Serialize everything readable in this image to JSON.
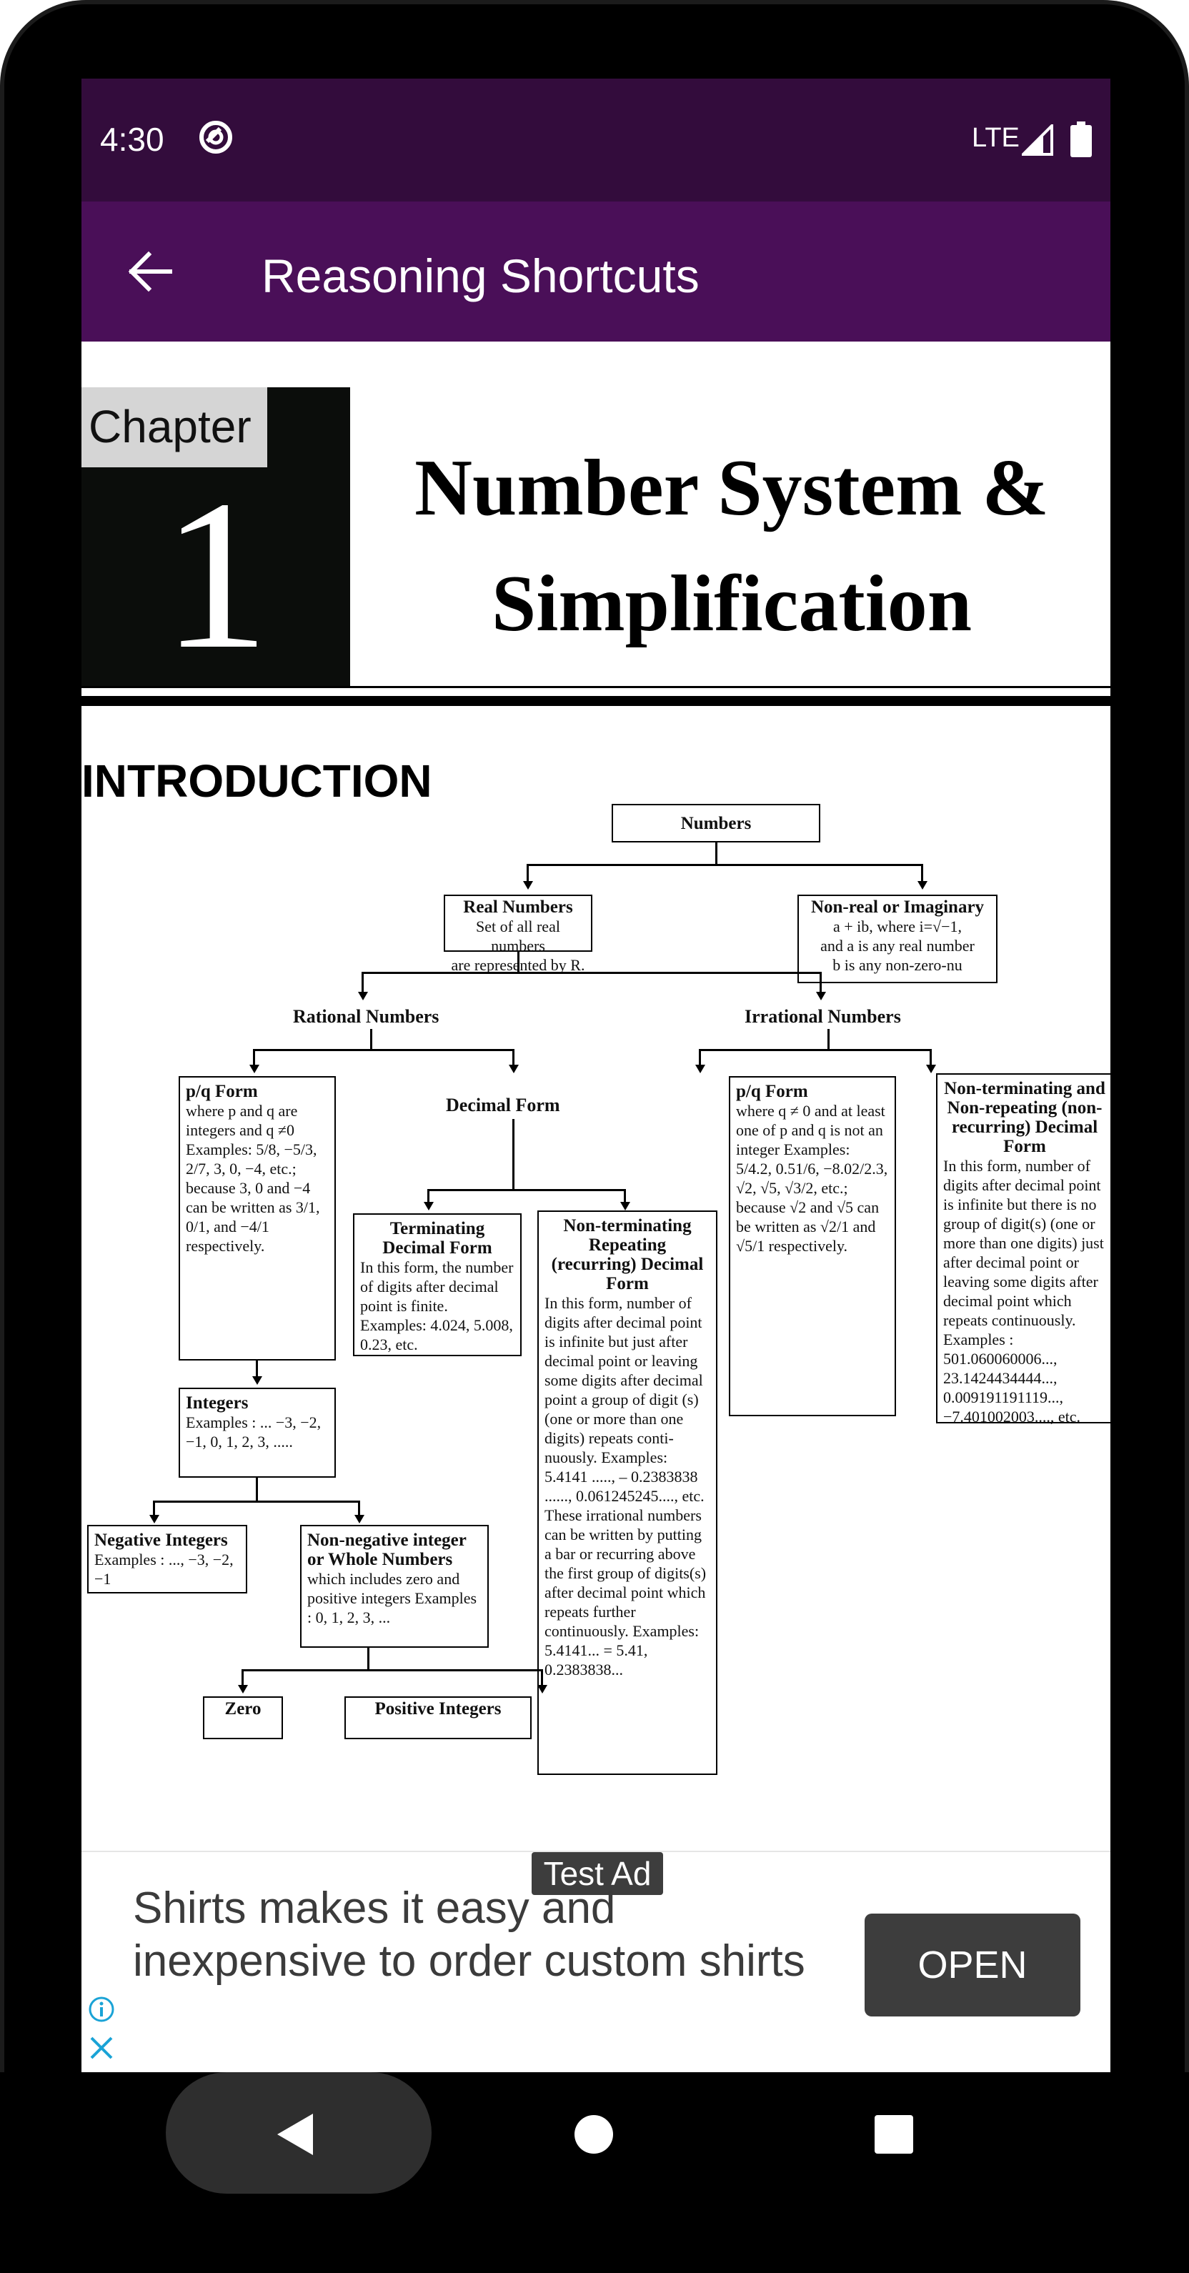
{
  "status_bar": {
    "time": "4:30",
    "network": "LTE"
  },
  "app_bar": {
    "title": "Reasoning Shortcuts"
  },
  "chapter": {
    "label": "Chapter",
    "number": "1",
    "title_line1": "Number System &",
    "title_line2": "Simplification"
  },
  "section": {
    "heading": "INTRODUCTION"
  },
  "diagram": {
    "numbers": "Numbers",
    "real_title": "Real Numbers",
    "real_desc1": "Set of all real numbers",
    "real_desc2": "are represented by R.",
    "imag_title": "Non-real or Imaginary",
    "imag_desc1": "a + ib, where i=√−1,",
    "imag_desc2": "and a is any real number",
    "imag_desc3": "b is any non-zero-nu",
    "rational": "Rational Numbers",
    "irrational": "Irrational Numbers",
    "pq_form_title": "p/q Form",
    "pq_form_text": "where p and q are integers and q ≠0 Examples: 5/8, −5/3, 2/7, 3, 0, −4, etc.; because 3, 0 and −4 can be written as 3/1, 0/1, and −4/1 respectively.",
    "decimal_form": "Decimal Form",
    "terminating_title": "Terminating Decimal Form",
    "terminating_text": "In this form, the number of digits after decimal point is finite. Examples: 4.024, 5.008, 0.23, etc.",
    "nonterm_rep_title": "Non-terminating Repeating (recurring) Decimal Form",
    "nonterm_rep_text": "In this form, number of digits after decimal point is infinite but just after decimal point or leaving some digits after decimal point a group of digit (s) (one or more than one digits) repeats conti-nuously. Examples: 5.4141 ....., – 0.2383838 ......, 0.061245245...., etc. These irrational numbers can be written by putting a bar or recurring above the first group of digits(s) after decimal point which repeats further continuously. Examples: 5.4141... = 5.41, 0.2383838...",
    "irr_pq_title": "p/q Form",
    "irr_pq_text": "where q ≠ 0 and at least one of p and q is not an integer Examples: 5/4.2, 0.51/6, −8.02/2.3, √2, √5, √3/2, etc.; because √2 and √5 can be written as √2/1 and √5/1 respectively.",
    "irr_nonrep_title": "Non-terminating and Non-repeating (non-recurring) Decimal Form",
    "irr_nonrep_text": "In this form, number of digits after decimal point is infinite but there is no group of digit(s) (one or more than one digits) just after decimal point or leaving some digits after decimal point which repeats continuously. Examples : 501.060060006..., 23.1424434444..., 0.009191191119..., −7.401002003...., etc.",
    "integers_title": "Integers",
    "integers_text": "Examples : ... −3, −2, −1, 0, 1, 2, 3, .....",
    "neg_int_title": "Negative Integers",
    "neg_int_text": "Examples : ..., −3, −2, −1",
    "nonneg_title": "Non-negative integer or Whole Numbers",
    "nonneg_text": "which includes zero and positive integers Examples : 0, 1, 2, 3, ...",
    "zero": "Zero",
    "pos_int": "Positive Integers"
  },
  "ad": {
    "badge": "Test Ad",
    "text": "Shirts makes it easy and inexpensive to order custom shirts",
    "open_label": "OPEN"
  },
  "colors": {
    "status_bar": "#330c3c",
    "app_bar": "#4a0f58",
    "ad_button": "#3d3d3d",
    "ad_icons": "#1aa3d6"
  }
}
